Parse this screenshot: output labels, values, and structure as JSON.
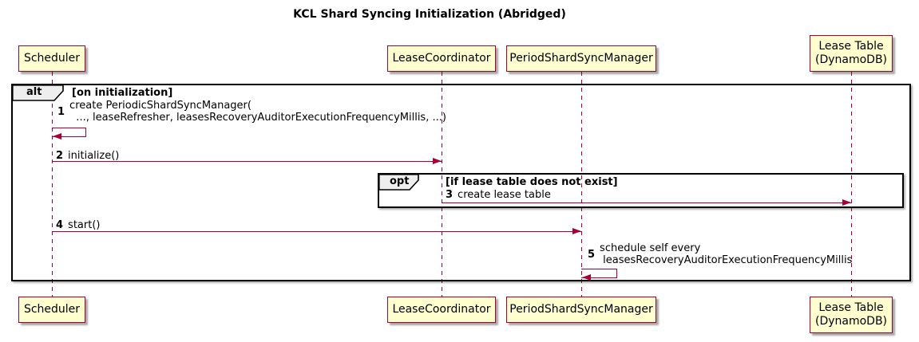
{
  "title": "KCL Shard Syncing Initialization (Abridged)",
  "diagram_type": "sequence",
  "colors": {
    "participant_fill": "#FEFECE",
    "participant_border": "#A80036",
    "lifeline": "#A80036",
    "arrow": "#A80036",
    "frame_border": "#000000",
    "frame_label_fill": "#EEEEEE",
    "text": "#000000",
    "background": "#FFFFFF"
  },
  "participants": [
    {
      "label": "Scheduler"
    },
    {
      "label": "LeaseCoordinator"
    },
    {
      "label": "PeriodShardSyncManager"
    },
    {
      "label": "Lease Table\n(DynamoDB)"
    }
  ],
  "frames": {
    "alt": {
      "keyword": "alt",
      "guard": "[on initialization]"
    },
    "opt": {
      "keyword": "opt",
      "guard": "[if lease table does not exist]"
    }
  },
  "messages": [
    {
      "num": "1",
      "text": "create PeriodicShardSyncManager(\n  ..., leaseRefresher, leasesRecoveryAuditorExecutionFrequencyMillis, ...)",
      "kind": "self",
      "from": "Scheduler",
      "to": "Scheduler"
    },
    {
      "num": "2",
      "text": "initialize()",
      "kind": "sync",
      "from": "Scheduler",
      "to": "LeaseCoordinator"
    },
    {
      "num": "3",
      "text": "create lease table",
      "kind": "sync",
      "from": "LeaseCoordinator",
      "to": "Lease Table (DynamoDB)"
    },
    {
      "num": "4",
      "text": "start()",
      "kind": "sync",
      "from": "Scheduler",
      "to": "PeriodShardSyncManager"
    },
    {
      "num": "5",
      "text": "schedule self every\n leasesRecoveryAuditorExecutionFrequencyMillis",
      "kind": "self",
      "from": "PeriodShardSyncManager",
      "to": "PeriodShardSyncManager"
    }
  ]
}
